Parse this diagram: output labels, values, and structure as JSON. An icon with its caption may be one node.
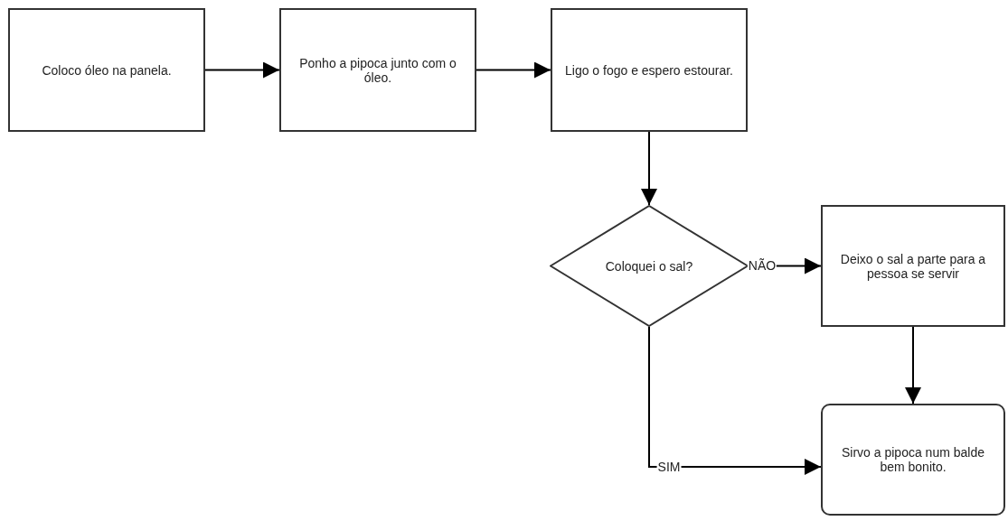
{
  "diagram": {
    "nodes": [
      {
        "text": [
          "Coloco óleo na panela."
        ]
      },
      {
        "text": [
          "Ponho a pipoca junto com o óleo."
        ]
      },
      {
        "text": [
          "Ligo o fogo e espero estourar."
        ]
      },
      {
        "text": [
          "Coloquei o sal?"
        ]
      },
      {
        "text": [
          "Deixo o sal a parte para a pessoa se servir"
        ]
      },
      {
        "text": [
          "Sirvo a pipoca num balde bem bonito."
        ]
      }
    ],
    "edges": [
      {
        "from": 0,
        "to": 1,
        "arrow": "to"
      },
      {
        "from": 1,
        "to": 2,
        "arrow": "to"
      },
      {
        "from": 2,
        "to": 3,
        "arrow": "to"
      },
      {
        "from": 3,
        "to": 4,
        "label": "NÃO",
        "arrow": "to"
      },
      {
        "from": 3,
        "to": 5,
        "label": "SIM",
        "arrow": "to"
      },
      {
        "from": 4,
        "to": 5,
        "arrow": "to"
      }
    ]
  }
}
